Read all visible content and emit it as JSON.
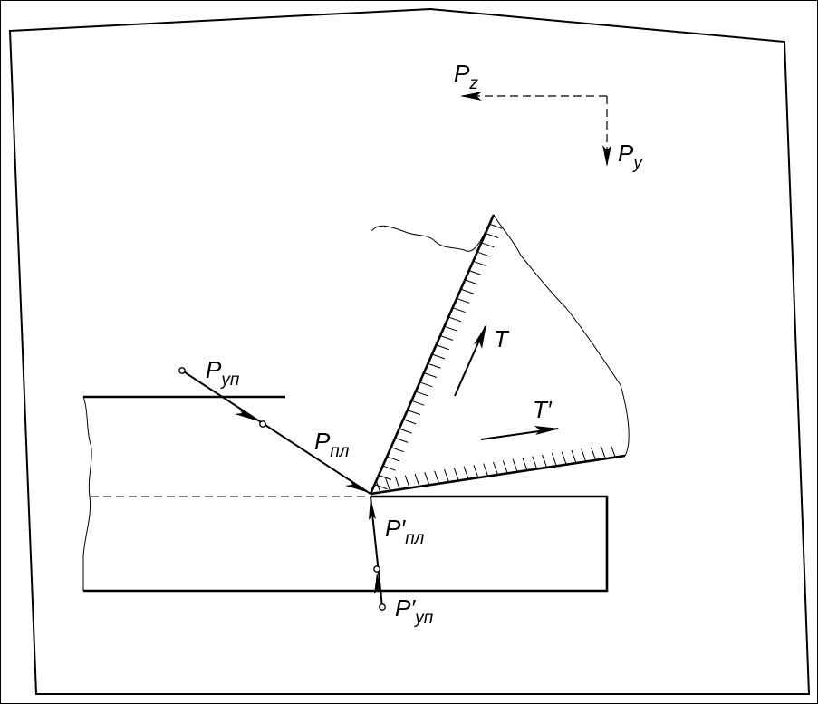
{
  "labels": {
    "pz": {
      "main": "P",
      "sub": "z"
    },
    "py": {
      "main": "P",
      "sub": "y"
    },
    "pup": {
      "main": "P",
      "sub": "уп"
    },
    "ppl": {
      "main": "P",
      "sub": "пл"
    },
    "ppl_prime": {
      "main": "P′",
      "sub": "пл"
    },
    "pup_prime": {
      "main": "P′",
      "sub": "уп"
    },
    "t": {
      "main": "T"
    },
    "t_prime": {
      "main": "T′"
    }
  },
  "colors": {
    "ink": "#000000",
    "paper": "#ffffff"
  }
}
